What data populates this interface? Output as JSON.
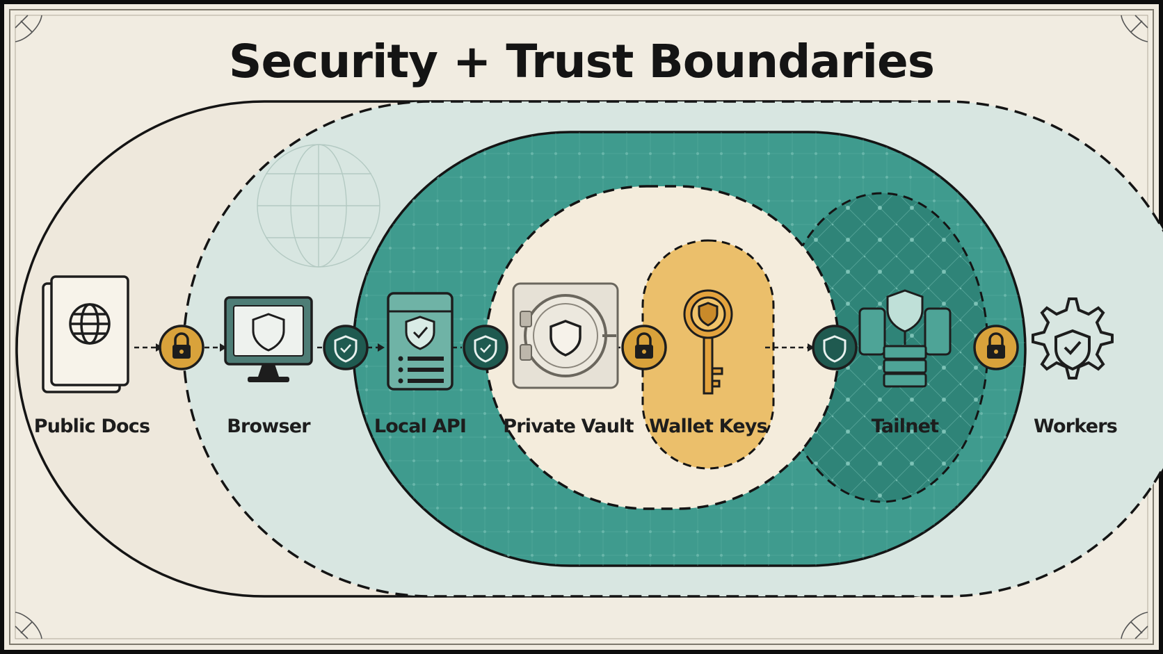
{
  "title": "Security + Trust Boundaries",
  "colors": {
    "paper": "#f1ece1",
    "zone_browser": "#d8e6e1",
    "zone_local": "#3f9b8e",
    "zone_vault": "#f4ecdc",
    "zone_wallet": "#ebbf6b",
    "zone_tailnet": "#2f8478",
    "gate_lock": "#d9a23b",
    "gate_shield": "#1f5a50",
    "ink": "#1d1d1d"
  },
  "nodes": [
    {
      "id": "public-docs",
      "label": "Public Docs",
      "icon": "book-globe-icon"
    },
    {
      "id": "browser",
      "label": "Browser",
      "icon": "monitor-shield-icon"
    },
    {
      "id": "local-api",
      "label": "Local API",
      "icon": "server-shield-icon"
    },
    {
      "id": "private-vault",
      "label": "Private Vault",
      "icon": "vault-shield-icon"
    },
    {
      "id": "wallet-keys",
      "label": "Wallet Keys",
      "icon": "key-icon"
    },
    {
      "id": "tailnet",
      "label": "Tailnet",
      "icon": "network-shield-icon"
    },
    {
      "id": "workers",
      "label": "Workers",
      "icon": "gear-shield-icon"
    }
  ],
  "gates": [
    {
      "type": "lock",
      "icon": "padlock-icon"
    },
    {
      "type": "shield",
      "icon": "shield-check-icon"
    },
    {
      "type": "shield",
      "icon": "shield-check-icon"
    },
    {
      "type": "lock",
      "icon": "padlock-icon"
    },
    {
      "type": "shield",
      "icon": "shield-check-icon"
    },
    {
      "type": "lock",
      "icon": "padlock-icon"
    }
  ]
}
